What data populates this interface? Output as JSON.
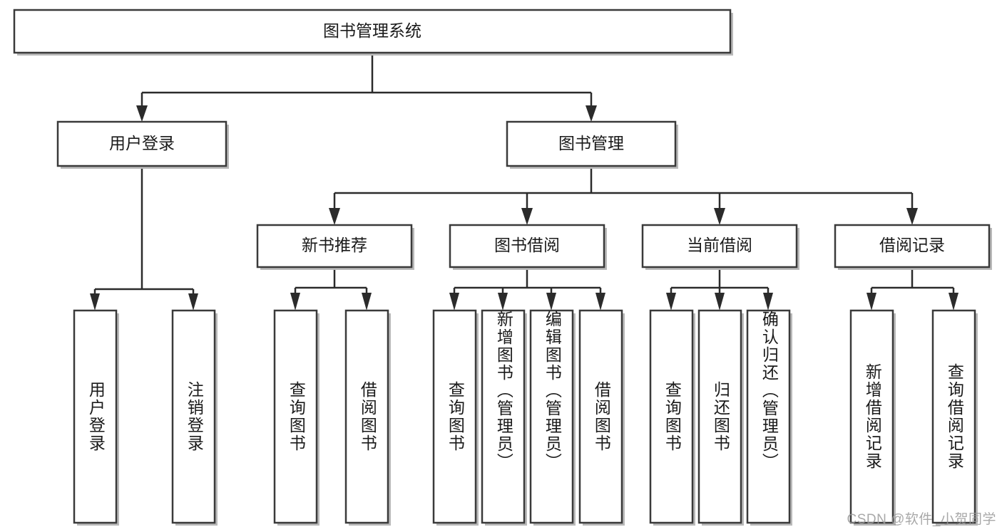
{
  "diagram": {
    "type": "tree",
    "title": "图书管理系统",
    "watermark": "CSDN @软件_小贺同学",
    "nodes": {
      "root": {
        "label": "图书管理系统"
      },
      "level2": [
        {
          "id": "user-login",
          "label": "用户登录"
        },
        {
          "id": "book-management",
          "label": "图书管理"
        }
      ],
      "level3": [
        {
          "id": "new-book-recommend",
          "label": "新书推荐",
          "parent": "book-management"
        },
        {
          "id": "book-borrow",
          "label": "图书借阅",
          "parent": "book-management"
        },
        {
          "id": "current-borrow",
          "label": "当前借阅",
          "parent": "book-management"
        },
        {
          "id": "borrow-record",
          "label": "借阅记录",
          "parent": "book-management"
        }
      ],
      "leaves": [
        {
          "id": "leaf-user-login",
          "label": "用户登录",
          "parent": "user-login"
        },
        {
          "id": "leaf-logout",
          "label": "注销登录",
          "parent": "user-login"
        },
        {
          "id": "leaf-query-book-1",
          "label": "查询图书",
          "parent": "new-book-recommend"
        },
        {
          "id": "leaf-borrow-book-1",
          "label": "借阅图书",
          "parent": "new-book-recommend"
        },
        {
          "id": "leaf-query-book-2",
          "label": "查询图书",
          "parent": "book-borrow"
        },
        {
          "id": "leaf-add-book",
          "label": "新增图书（管理员）",
          "parent": "book-borrow"
        },
        {
          "id": "leaf-edit-book",
          "label": "编辑图书（管理员）",
          "parent": "book-borrow"
        },
        {
          "id": "leaf-borrow-book-2",
          "label": "借阅图书",
          "parent": "book-borrow"
        },
        {
          "id": "leaf-query-book-3",
          "label": "查询图书",
          "parent": "current-borrow"
        },
        {
          "id": "leaf-return-book",
          "label": "归还图书",
          "parent": "current-borrow"
        },
        {
          "id": "leaf-confirm-return",
          "label": "确认归还（管理员）",
          "parent": "current-borrow"
        },
        {
          "id": "leaf-add-record",
          "label": "新增借阅记录",
          "parent": "borrow-record"
        },
        {
          "id": "leaf-query-record",
          "label": "查询借阅记录",
          "parent": "borrow-record"
        }
      ]
    },
    "colors": {
      "box_stroke": "#3a3a3a",
      "box_fill": "#ffffff",
      "connector": "#2b2b2b",
      "text": "#1a1a1a",
      "watermark": "#9a9a9a",
      "background": "#ffffff"
    }
  }
}
